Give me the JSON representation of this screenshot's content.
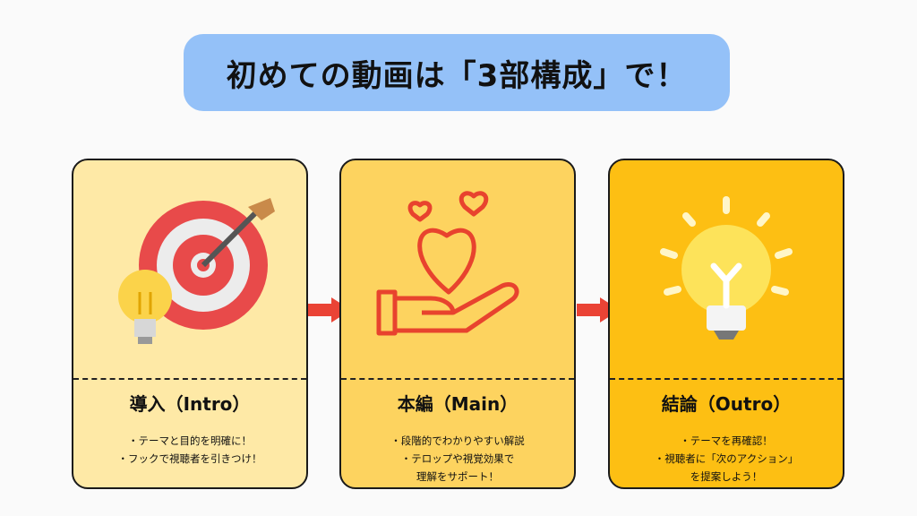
{
  "title": "初めての動画は「3部構成」で！",
  "colors": {
    "title_bg": "#94c1f8",
    "card1": "#fee9a6",
    "card2": "#fdd35f",
    "card3": "#fdbf13",
    "arrow": "#ea4335"
  },
  "cards": [
    {
      "heading": "導入（Intro）",
      "lines": [
        "・テーマと目的を明確に！",
        "・フックで視聴者を引きつけ！"
      ],
      "icon": "target-arrow-bulb-icon"
    },
    {
      "heading": "本編（Main）",
      "lines": [
        "・段階的でわかりやすい解説",
        "・テロップや視覚効果で",
        "理解をサポート！"
      ],
      "icon": "hand-heart-icon"
    },
    {
      "heading": "結論（Outro）",
      "lines": [
        "・テーマを再確認！",
        "・視聴者に「次のアクション」",
        "を提案しよう！"
      ],
      "icon": "lightbulb-icon"
    }
  ]
}
